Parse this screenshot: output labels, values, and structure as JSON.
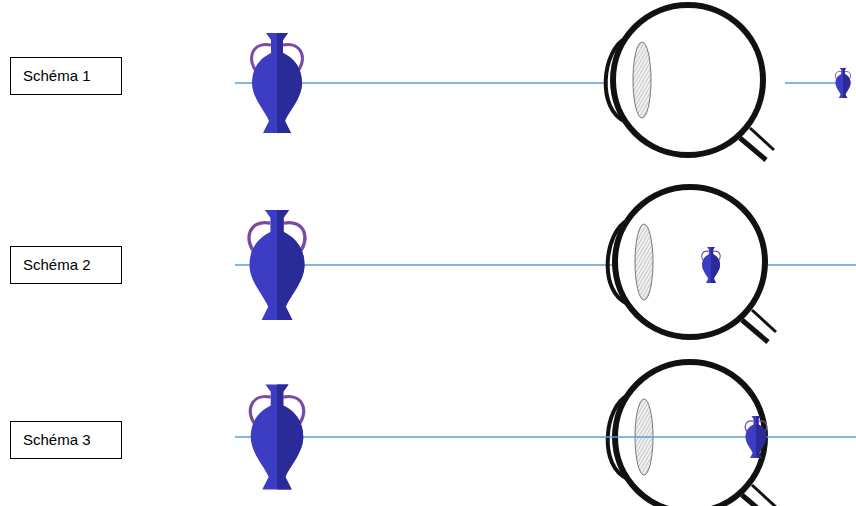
{
  "diagram": {
    "nodes": [
      {
        "text": [
          "Schéma 1"
        ]
      },
      {
        "text": [
          "Schéma 2"
        ]
      },
      {
        "text": [
          "Schéma 3"
        ]
      }
    ]
  }
}
